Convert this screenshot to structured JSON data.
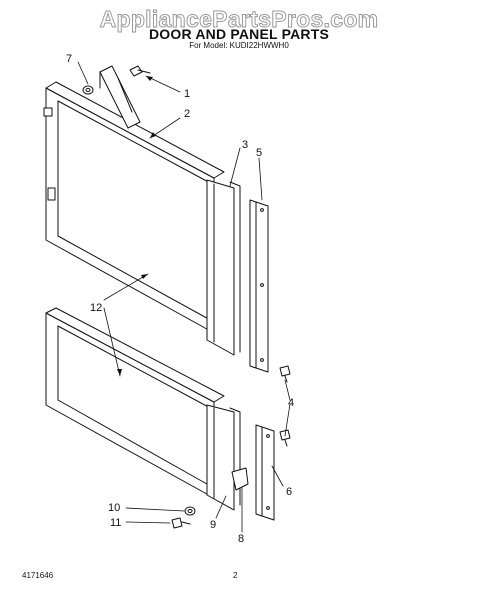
{
  "watermark": "AppliancePartsPros.com",
  "title": "DOOR AND PANEL PARTS",
  "subtitle": "For Model: KUDI22HWWH0",
  "doc_number": "4171646",
  "page_number": "2",
  "callouts": {
    "c1": "1",
    "c2": "2",
    "c3": "3",
    "c4": "4",
    "c5": "5",
    "c6": "6",
    "c7": "7",
    "c8": "8",
    "c9": "9",
    "c10": "10",
    "c11": "11",
    "c12": "12"
  }
}
